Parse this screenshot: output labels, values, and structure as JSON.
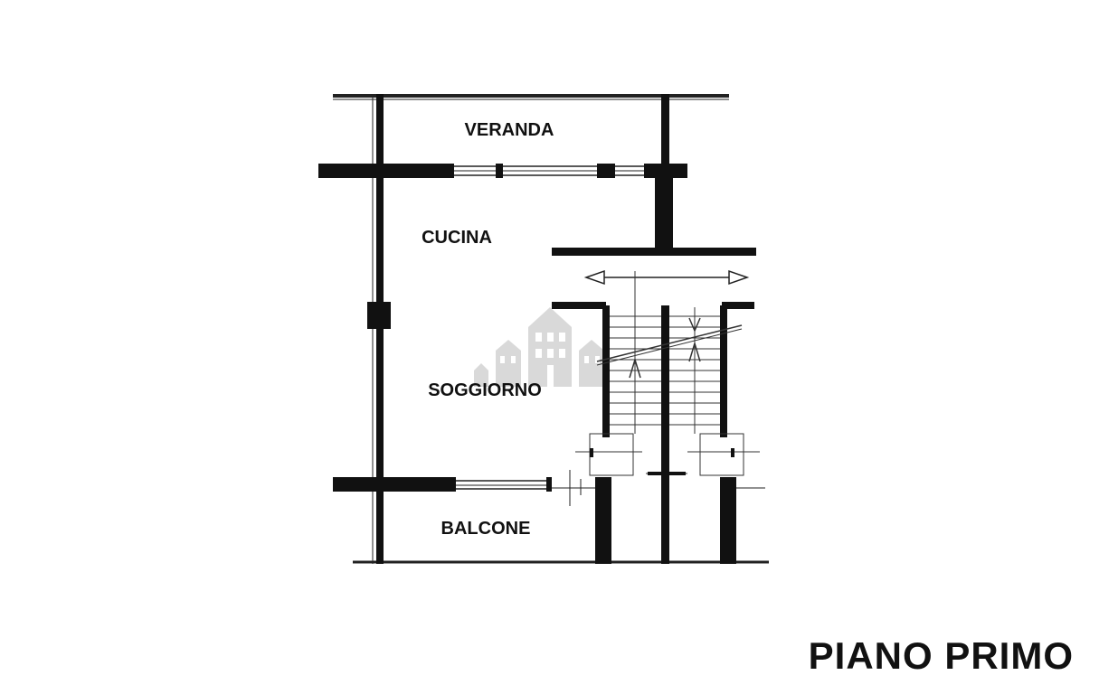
{
  "rooms": {
    "veranda": "VERANDA",
    "cucina": "CUCINA",
    "soggiorno": "SOGGIORNO",
    "balcone": "BALCONE"
  },
  "floor_title": "PIANO PRIMO",
  "colors": {
    "wall": "#111111",
    "line": "#222222",
    "watermark": "#d6d6d6",
    "background": "#ffffff"
  },
  "icons": {
    "watermark": "building-watermark-icon",
    "stair-direction": "arrow-icon"
  }
}
